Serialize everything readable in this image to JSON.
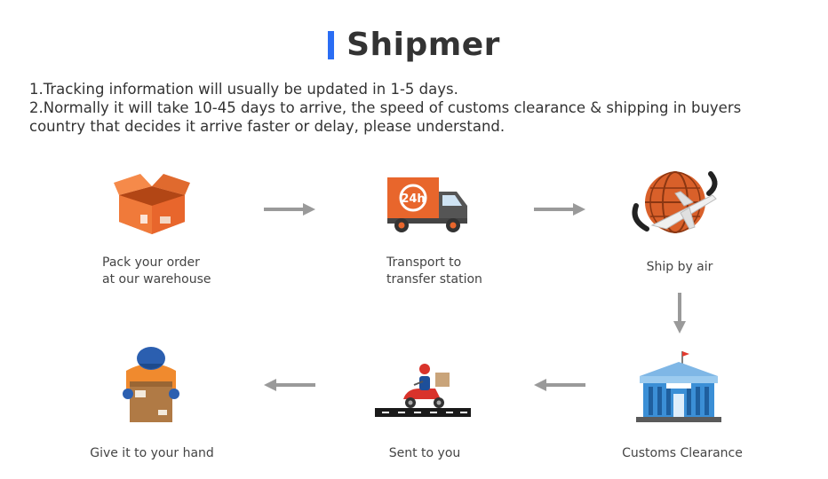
{
  "header": {
    "title": "Shipmer",
    "accent_color": "#2a6df4"
  },
  "notes": [
    "1.Tracking information will usually be updated in 1-5 days.",
    "2.Normally it will take 10-45 days to arrive, the speed of customs clearance & shipping in buyers country that decides it arrive faster or delay, please understand."
  ],
  "steps": [
    {
      "icon": "package-box-icon",
      "line1": "Pack your order",
      "line2": "at our warehouse"
    },
    {
      "icon": "delivery-truck-24h-icon",
      "line1": "Transport to",
      "line2": "transfer station",
      "badge": "24h"
    },
    {
      "icon": "globe-airplane-icon",
      "line1": "Ship by air"
    },
    {
      "icon": "customs-building-icon",
      "line1": "Customs Clearance"
    },
    {
      "icon": "scooter-courier-icon",
      "line1": "Sent to you"
    },
    {
      "icon": "courier-holding-box-icon",
      "line1": "Give it to your hand"
    }
  ],
  "colors": {
    "orange": "#e8662c",
    "arrow_gray": "#9a9a9a",
    "building_blue": "#3b8fd6"
  }
}
